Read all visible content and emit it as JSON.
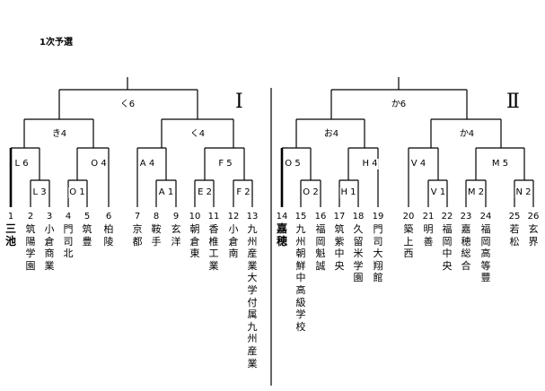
{
  "title": "1次予選",
  "blocks": [
    "Ⅰ",
    "Ⅱ"
  ],
  "labels": {
    "top_left": "く6",
    "top_right": "か6",
    "q_l1": "き4",
    "q_l2": "く4",
    "q_r1": "お4",
    "q_r2": "か4",
    "s1": "L 6",
    "s2": "O 4",
    "s3": "A 4",
    "s4": "F 5",
    "s5": "O 5",
    "s6": "H 4",
    "s7": "V 4",
    "s8": "M 5",
    "r1": "L 3",
    "r2": "O 1",
    "r3": "A 1",
    "r4": "E 2",
    "r5": "F 2",
    "r6": "O 2",
    "r7": "H 1",
    "r8": "V 1",
    "r9": "M 2",
    "r10": "N 2"
  },
  "teams": [
    {
      "no": "1",
      "name": "三池",
      "winner": true
    },
    {
      "no": "2",
      "name": "筑陽学園",
      "winner": false
    },
    {
      "no": "3",
      "name": "小倉商業",
      "winner": false
    },
    {
      "no": "4",
      "name": "門司北",
      "winner": false
    },
    {
      "no": "5",
      "name": "筑豊",
      "winner": false
    },
    {
      "no": "6",
      "name": "柏陵",
      "winner": false
    },
    {
      "no": "7",
      "name": "京都",
      "winner": false
    },
    {
      "no": "8",
      "name": "鞍手",
      "winner": false
    },
    {
      "no": "9",
      "name": "玄洋",
      "winner": false
    },
    {
      "no": "10",
      "name": "朝倉東",
      "winner": false
    },
    {
      "no": "11",
      "name": "香椎工業",
      "winner": false
    },
    {
      "no": "12",
      "name": "小倉南",
      "winner": false
    },
    {
      "no": "13",
      "name": "九州産業大学付属九州産業",
      "winner": false
    },
    {
      "no": "14",
      "name": "嘉穂",
      "winner": true
    },
    {
      "no": "15",
      "name": "九州朝鮮中高級学校",
      "winner": false
    },
    {
      "no": "16",
      "name": "福岡魁誠",
      "winner": false
    },
    {
      "no": "17",
      "name": "筑紫中央",
      "winner": false
    },
    {
      "no": "18",
      "name": "久留米学園",
      "winner": false
    },
    {
      "no": "19",
      "name": "門司大翔館",
      "winner": false
    },
    {
      "no": "20",
      "name": "築上西",
      "winner": false
    },
    {
      "no": "21",
      "name": "明善",
      "winner": false
    },
    {
      "no": "22",
      "name": "福岡中央",
      "winner": false
    },
    {
      "no": "23",
      "name": "嘉穂総合",
      "winner": false
    },
    {
      "no": "24",
      "name": "福岡高等豐",
      "winner": false
    },
    {
      "no": "25",
      "name": "若松",
      "winner": false
    },
    {
      "no": "26",
      "name": "玄界",
      "winner": false
    }
  ]
}
